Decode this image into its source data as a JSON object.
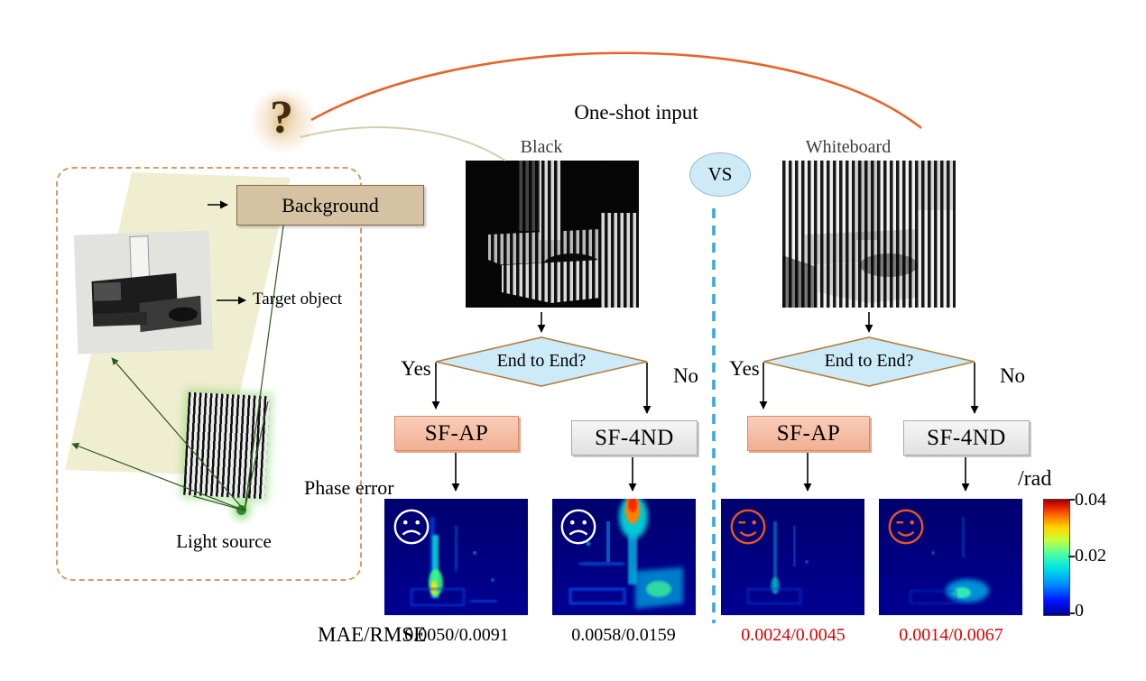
{
  "header": {
    "question_mark": "?",
    "one_shot_input": "One-shot input",
    "vs": "VS"
  },
  "setup": {
    "background_label": "Background",
    "target_object_label": "Target object",
    "light_source_label": "Light source"
  },
  "labels": {
    "phase_error": "Phase error",
    "mae_rmse": "MAE/RMSE"
  },
  "branches": [
    {
      "input_label": "Black",
      "decision_question": "End to End?",
      "yes_label": "Yes",
      "no_label": "No",
      "method_yes": "SF-AP",
      "method_no": "SF-4ND",
      "face": "sad",
      "mae_rmse_yes": "0.0050/0.0091",
      "mae_rmse_no": "0.0058/0.0159",
      "values_color": "#000000"
    },
    {
      "input_label": "Whiteboard",
      "decision_question": "End to End?",
      "yes_label": "Yes",
      "no_label": "No",
      "method_yes": "SF-AP",
      "method_no": "SF-4ND",
      "face": "happy-wink",
      "mae_rmse_yes": "0.0024/0.0045",
      "mae_rmse_no": "0.0014/0.0067",
      "values_color": "#dd0000"
    }
  ],
  "colorbar": {
    "unit": "/rad",
    "tick_top": "0.04",
    "tick_mid": "0.02",
    "tick_bottom": "0"
  },
  "colors": {
    "arc_orange": "#e8632b",
    "divider_blue": "#3aa8dc",
    "result_highlight_red": "#dd0000",
    "sf_ap_fill": "#f7c3ad",
    "sf_4nd_fill": "#ececec",
    "diamond_fill": "#cdeaf8",
    "vs_fill": "#cfeaf7",
    "background_box_fill": "#d5c2a2",
    "setup_border_dashed": "#cf9f66",
    "light_plane_fill": "#eeeccb"
  }
}
